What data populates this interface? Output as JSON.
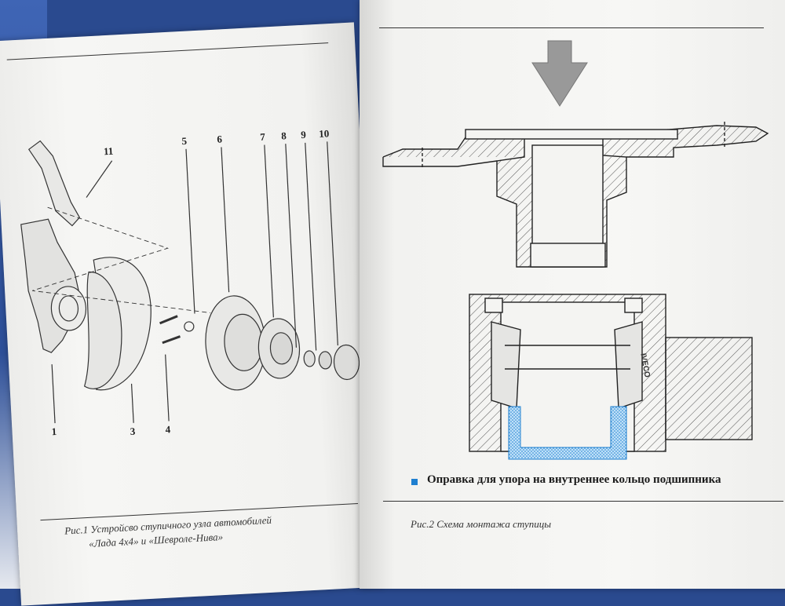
{
  "left_page": {
    "callouts": [
      "1",
      "3",
      "4",
      "5",
      "6",
      "7",
      "8",
      "9",
      "10",
      "11"
    ],
    "caption_line1": "Рис.1 Устройсво ступичного узла автомобилей",
    "caption_line2": "«Лада 4х4» и «Шевроле-Нива»"
  },
  "right_page": {
    "bearing_label": "IVECO",
    "legend_text": "Оправка для упора на внутреннее кольцо подшипника",
    "legend_color": "#1e7fd0",
    "caption": "Рис.2 Схема монтажа ступицы"
  }
}
